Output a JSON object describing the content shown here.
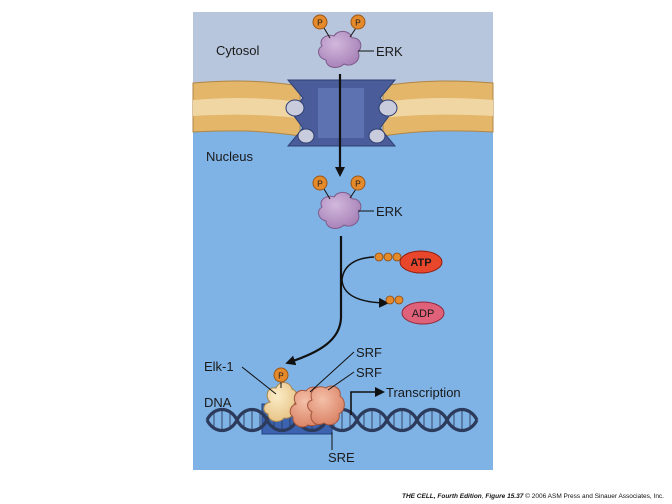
{
  "labels": {
    "cytosol": "Cytosol",
    "nucleus": "Nucleus",
    "erk_top": "ERK",
    "erk_mid": "ERK",
    "phospho": "P",
    "atp": "ATP",
    "adp": "ADP",
    "elk1": "Elk-1",
    "srf_1": "SRF",
    "srf_2": "SRF",
    "dna": "DNA",
    "transcription": "Transcription",
    "sre": "SRE"
  },
  "caption": {
    "book": "THE CELL, Fourth Edition",
    "figure": "Figure 15.37",
    "copyright": "© 2006 ASM Press and Sinauer Associates, Inc."
  },
  "colors": {
    "cytosol": "#b7c6dc",
    "nucleus": "#7fb3e6",
    "membrane": "#e3b66a",
    "pore": "#4a5d9a",
    "erk": "#b592c2",
    "phosphate": "#e58a2b",
    "atp": "#e8472b",
    "adp": "#e0617a",
    "elk1": "#f3d8a3",
    "srf": "#e79a7a",
    "dna_strand": "#2c3a5c",
    "sre_box": "#3b63b0"
  }
}
